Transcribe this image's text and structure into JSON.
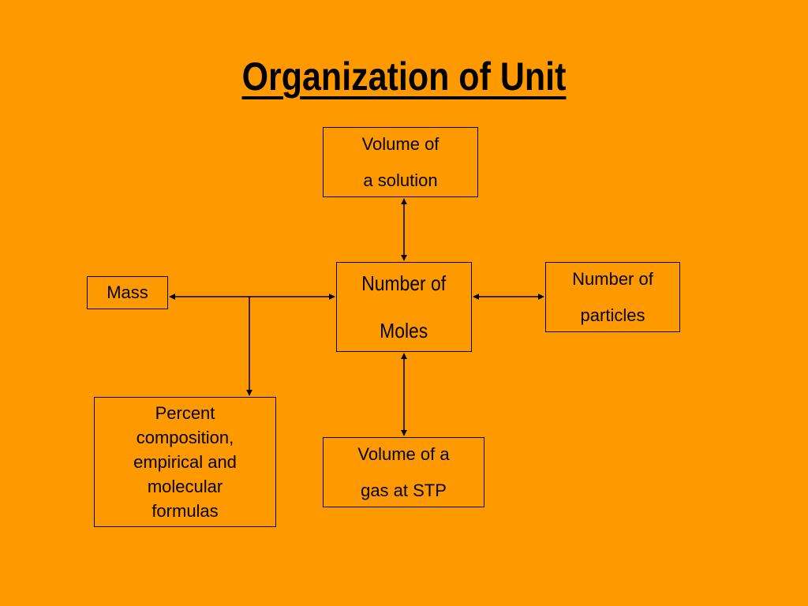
{
  "slide": {
    "title": "Organization of Unit",
    "background_color": "#FF9900",
    "text_color": "#000000"
  },
  "nodes": {
    "volume_solution": {
      "lines": [
        "Volume of",
        "a solution"
      ]
    },
    "moles": {
      "lines": [
        "Number of",
        "Moles"
      ]
    },
    "mass": {
      "lines": [
        "Mass"
      ]
    },
    "particles": {
      "lines": [
        "Number of",
        "particles"
      ]
    },
    "percent": {
      "lines": [
        "Percent",
        "composition,",
        "empirical and",
        "molecular",
        "formulas"
      ]
    },
    "gas": {
      "lines": [
        "Volume of a",
        "gas at STP"
      ]
    }
  },
  "connections": [
    {
      "from": "moles",
      "to": "volume_solution",
      "arrows": "both"
    },
    {
      "from": "moles",
      "to": "mass",
      "arrows": "both"
    },
    {
      "from": "moles",
      "to": "particles",
      "arrows": "both"
    },
    {
      "from": "moles",
      "to": "gas",
      "arrows": "both"
    },
    {
      "from": "mass-moles-line",
      "to": "percent",
      "arrows": "end"
    }
  ]
}
